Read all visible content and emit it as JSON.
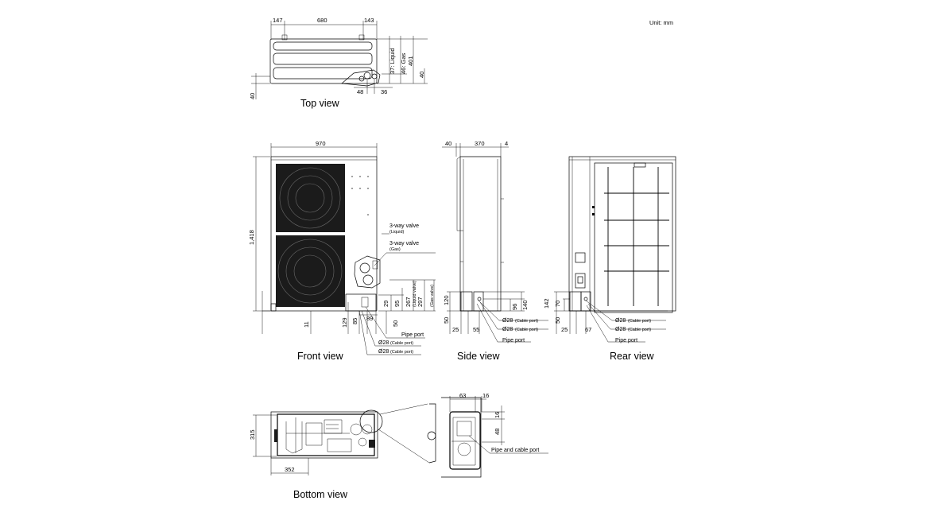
{
  "unit_label": "Unit: mm",
  "views": {
    "top": "Top view",
    "front": "Front view",
    "side": "Side view",
    "rear": "Rear view",
    "bottom": "Bottom view"
  },
  "top_view_dims": {
    "d147": "147",
    "d680": "680",
    "d143": "143",
    "liquid": "37: Liquid",
    "gas": "46: Gas",
    "d401": "401",
    "d40r": "40",
    "d40l": "40",
    "d48": "48",
    "d36": "36"
  },
  "front_view_dims": {
    "width": "970",
    "height": "1,418",
    "d11": "11",
    "d85": "85",
    "d129": "129",
    "d89": "89",
    "d29": "29",
    "d95": "95",
    "d267": "267",
    "d297": "297",
    "d50": "50",
    "valve_liquid": "3-way valve",
    "valve_liquid_sub": "(Liquid)",
    "valve_gas": "3-way valve",
    "valve_gas_sub": "(Gas)",
    "liquid_valve_vert": "(Liquid valve)",
    "gas_valve_vert": "(Gas valve)",
    "pipe_port": "Pipe port",
    "cable1": "Ø28",
    "cable1_sub": "(Cable port)",
    "cable2": "Ø28",
    "cable2_sub": "(Cable port)"
  },
  "side_view_dims": {
    "d40": "40",
    "d370": "370",
    "d4": "4",
    "d120": "120",
    "d50": "50",
    "d96": "96",
    "d140": "140",
    "d25": "25",
    "d55": "55",
    "cable1": "Ø28",
    "cable1_sub": "(Cable port)",
    "cable2": "Ø28",
    "cable2_sub": "(Cable port)",
    "pipe_port": "Pipe port"
  },
  "rear_view_dims": {
    "d142": "142",
    "d70": "70",
    "d50": "50",
    "d25": "25",
    "d67": "67",
    "cable1": "Ø28",
    "cable1_sub": "(Cable port)",
    "cable2": "Ø28",
    "cable2_sub": "(Cable port)",
    "pipe_port": "Pipe port"
  },
  "bottom_view_dims": {
    "d315": "315",
    "d352": "352",
    "d63": "63",
    "d16a": "16",
    "d16b": "16",
    "d48": "48",
    "pipe_cable_port": "Pipe and cable port"
  }
}
